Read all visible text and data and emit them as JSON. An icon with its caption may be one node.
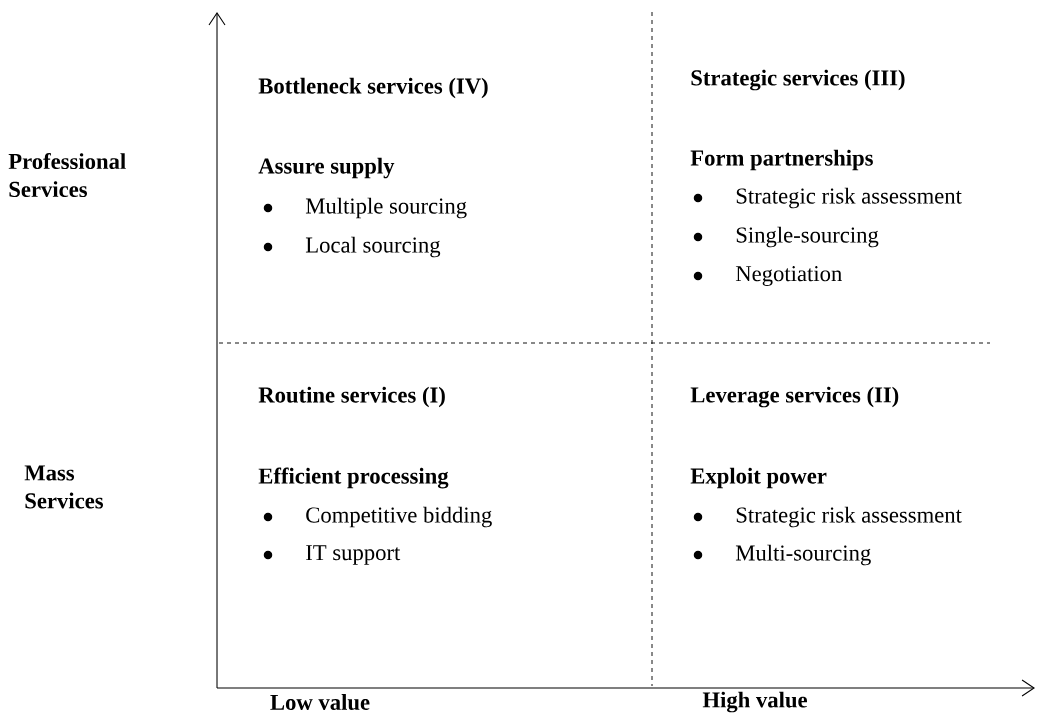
{
  "diagram": {
    "labels": [
      "Bottleneck services (IV)",
      "Strategic services (III)",
      "Professional Services",
      "Assure supply",
      "Form partnerships",
      "Multiple sourcing",
      "Strategic risk assessment",
      "Local sourcing",
      "Single-sourcing",
      "Negotiation",
      "Routine services (I)",
      "Leverage services (II)",
      "Mass Services",
      "Efficient processing",
      "Exploit power",
      "Competitive bidding",
      "Strategic risk assessment",
      "IT support",
      "Multi-sourcing",
      "Low value",
      "High value"
    ]
  }
}
